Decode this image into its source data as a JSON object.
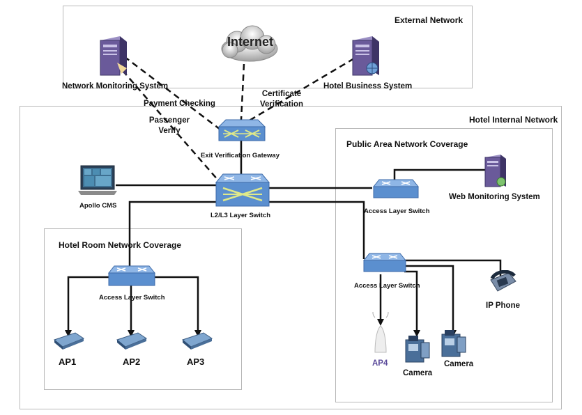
{
  "zones": {
    "external": "External Network",
    "internal": "Hotel Internal Network",
    "public_area": "Public Area Network Coverage",
    "hotel_room": "Hotel Room Network Coverage"
  },
  "cloud_label": "Internet",
  "devices": {
    "network_monitoring": "Network Monitoring System",
    "hotel_business": "Hotel Business System",
    "exit_gateway": "Exit Verification Gateway",
    "apollo_cms": "Apollo CMS",
    "core_switch": "L2/L3 Layer Switch",
    "public_switch_1": "Access Layer Switch",
    "public_switch_2": "Access Layer Switch",
    "room_switch": "Access Layer Switch",
    "web_monitoring": "Web Monitoring System",
    "ip_phone": "IP Phone",
    "ap4": "AP4",
    "camera_1": "Camera",
    "camera_2": "Camera",
    "ap1": "AP1",
    "ap2": "AP2",
    "ap3": "AP3"
  },
  "link_labels": {
    "payment": "Payment Checking",
    "passenger_line1": "Passenger",
    "passenger_line2": "Verify",
    "certificate_line1": "Certificate",
    "certificate_line2": "Verification"
  },
  "colors": {
    "switch_blue": "#5b8fcf",
    "server_purple": "#6a5a9a",
    "line": "#111111"
  }
}
